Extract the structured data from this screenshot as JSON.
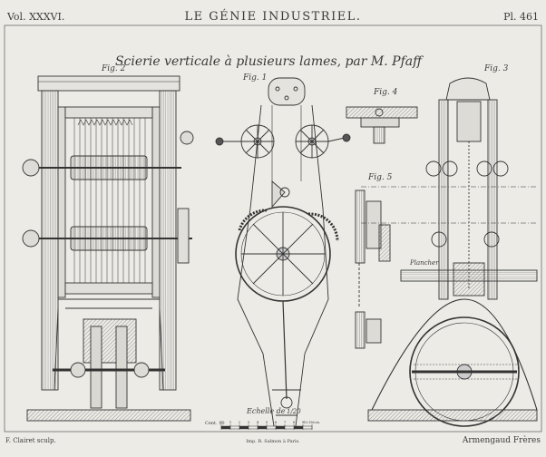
{
  "header": {
    "volume": "Vol. XXXVI.",
    "journal": "LE GÉNIE INDUSTRIEL.",
    "plate": "Pl. 461"
  },
  "title": "Scierie verticale à plusieurs lames, par M. Pfaff",
  "figures": {
    "fig1": "Fig. 1",
    "fig2": "Fig. 2",
    "fig3": "Fig. 3",
    "fig4": "Fig. 4",
    "fig5": "Fig. 5"
  },
  "labels": {
    "plancher": "Plancher"
  },
  "scale": {
    "title": "Echelle de",
    "fraction": "1/20",
    "left_label": "Cent. 10",
    "ticks": [
      "0",
      "1",
      "2",
      "3",
      "4",
      "5",
      "6",
      "7",
      "8",
      "9",
      "10 Décis."
    ]
  },
  "footer": {
    "engraver": "F. Clairet sculp.",
    "printer": "Imp. R. Salmon à Paris.",
    "publisher": "Armengaud Frères"
  }
}
